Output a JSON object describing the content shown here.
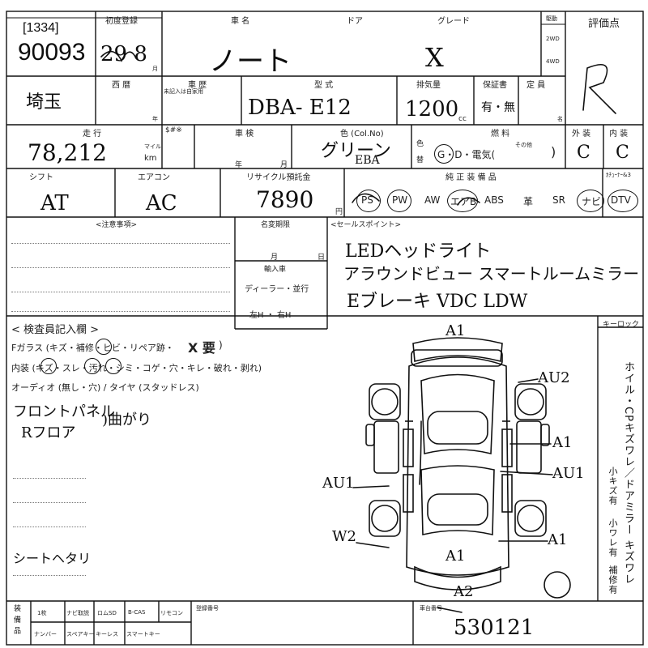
{
  "header": {
    "lot_bracket": "[1334]",
    "lot_number": "90093",
    "first_reg_label": "初度登録",
    "first_reg_value": "29 8",
    "first_reg_unit": "月",
    "car_name_label": "車 名",
    "car_name_value": "ノート",
    "door_label": "ドア",
    "grade_label": "グレード",
    "grade_value": "X",
    "drive_label": "駆動",
    "drive_2wd": "2WD",
    "drive_4wd": "4WD",
    "eval_label": "評価点",
    "eval_value": "R"
  },
  "row2": {
    "region": "埼玉",
    "seireki_label": "西 暦",
    "year_unit": "年",
    "shaki_label": "車 歴",
    "shaki_sub": "未記入は自家用",
    "katashiki_label": "型 式",
    "katashiki_value": "DBA- E12",
    "displacement_label": "排気量",
    "displacement_value": "1200",
    "cc": "cc",
    "warranty_label": "保証書",
    "warranty_value": "有・無",
    "capacity_label": "定 員",
    "capacity_unit": "名"
  },
  "row3": {
    "mileage_label": "走 行",
    "mileage_value": "78,212",
    "mile": "マイル",
    "km": "km",
    "sh_label": "$#※",
    "shaken_label": "車 検",
    "year": "年",
    "month": "月",
    "color_label": "色 (Col.No)",
    "color_value": "グリーン",
    "color_no": "EBA",
    "color_change_1": "色",
    "color_change_2": "替",
    "fuel_label": "燃 料",
    "fuel_options": "G・D・電気(",
    "fuel_other": "その他",
    "fuel_close": ")",
    "exterior_label": "外 装",
    "exterior_value": "C",
    "interior_label": "内 装",
    "interior_value": "C"
  },
  "row4": {
    "shift_label": "シフト",
    "shift_value": "AT",
    "aircon_label": "エアコン",
    "aircon_value": "AC",
    "recycle_label": "リサイクル預託金",
    "recycle_value": "7890",
    "yen": "円",
    "equip_label": "純 正 装 備 品",
    "tuner_label": "ｶﾁｭｰﾅｰ&3",
    "equipment": [
      "PS",
      "PW",
      "AW",
      "エアB",
      "ABS",
      "革",
      "SR",
      "ナビ",
      "DTV"
    ]
  },
  "notes": {
    "caution_label": "<注意事項>",
    "meigi_label": "名変期限",
    "month": "月",
    "day": "日",
    "import_label": "輸入車",
    "dealer": "ディーラー・並行",
    "handle": "左H ・ 右H",
    "sales_label": "<セールスポイント>",
    "sales_points": [
      "LEDヘッドライト",
      "アラウンドビュー  スマートルームミラー",
      "Eブレーキ  VDC  LDW"
    ]
  },
  "inspector": {
    "title": "< 検査員記入欄 >",
    "glass": "Fガラス (キズ・補修・ヒビ・リペア跡・",
    "glass_mark": "X 要",
    "glass_close": ")",
    "interior": "内装 (キズ・スレ・汚れ・シミ・コゲ・穴・キレ・破れ・剥れ)",
    "audio": "オーディオ (無し・穴) / タイヤ (スタッドレス)",
    "handwritten": [
      "フロントパネル",
      "Rフロア",
      ")曲がり"
    ],
    "bottom_note": "シートヘタリ",
    "keylock": "キーロック",
    "side_text": "ホイル・CPキズワレ／ドアミラー キズワレ",
    "side_small": [
      "小キズ有",
      "小ワレ有",
      "補修有"
    ]
  },
  "damage_marks": [
    "A1",
    "AU2",
    "A1",
    "AU1",
    "AU1",
    "W2",
    "A1",
    "A1",
    "A2"
  ],
  "footer": {
    "col1": "装 備 品",
    "items_top": [
      "1枚",
      "ナビ取説",
      "ロムSD",
      "B-CAS",
      "リモコン"
    ],
    "items_bottom": [
      "ナンバー",
      "スペアキー",
      "キーレス",
      "スマートキー"
    ],
    "reg_label": "登録番号",
    "chassis_label": "車台番号",
    "chassis_value": "530121"
  }
}
